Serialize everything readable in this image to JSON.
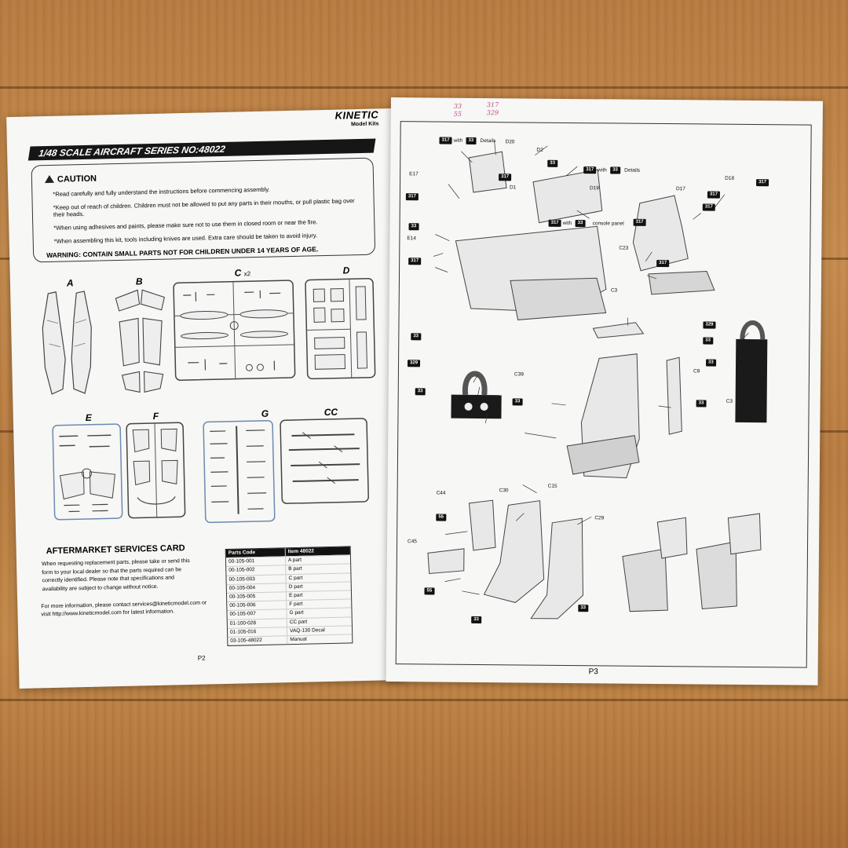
{
  "left_page": {
    "logo_main": "KINETIC",
    "logo_sub": "Model Kits",
    "series_title": "1/48 SCALE AIRCRAFT SERIES NO:48022",
    "caution": {
      "title": "CAUTION",
      "lines": [
        "*Read carefully and fully understand the instructions before commencing assembly.",
        "*Keep out of reach of children. Children must not be allowed to put any parts in their mouths, or pull plastic bag over their heads.",
        "*When using adhesives and paints, please make sure not to use them in closed room or near the fire.",
        "*When assembling this kit, tools including knives are used. Extra care should be taken to avoid injury."
      ],
      "warning": "WARNING: CONTAIN SMALL PARTS NOT FOR CHILDREN UNDER 14 YEARS OF AGE."
    },
    "sprues": {
      "a": "A",
      "b": "B",
      "c": "C",
      "c_qty": "x2",
      "d": "D",
      "e": "E",
      "f": "F",
      "g": "G",
      "cc": "CC"
    },
    "aftermarket": {
      "title": "AFTERMARKET SERVICES CARD",
      "text": "When requesting replacement parts, please take or send this form to your local dealer so that the parts required can be correctly identified. Please note that specifications and availability are subject to change without notice.",
      "contact": "For more information, please contact services@kineticmodel.com or visit http://www.kineticmodel.com for latest information."
    },
    "table": {
      "headers": [
        "Parts Code",
        "Item 48022"
      ],
      "rows": [
        [
          "00-105-001",
          "A part"
        ],
        [
          "00-105-002",
          "B part"
        ],
        [
          "00-105-003",
          "C part"
        ],
        [
          "00-105-004",
          "D part"
        ],
        [
          "00-105-005",
          "E part"
        ],
        [
          "00-105-006",
          "F part"
        ],
        [
          "00-105-007",
          "G part"
        ],
        [
          "01-100-028",
          "CC part"
        ],
        [
          "01-105-016",
          "VAQ-130 Decal"
        ],
        [
          "03-105-48022",
          "Manual"
        ]
      ]
    },
    "page_number": "P2"
  },
  "right_page": {
    "handwritten": {
      "a": "33",
      "b": "317",
      "c": "55",
      "d": "329"
    },
    "page_number": "P3",
    "labels": {
      "d20": "D20",
      "d2": "D2",
      "e17": "E17",
      "d1": "D1",
      "d19": "D19",
      "e14": "E14",
      "d18": "D18",
      "d17": "D17",
      "c23": "C23",
      "c3a": "C3",
      "c3b": "C3",
      "c9": "C9",
      "c39": "C39",
      "c15a": "C15",
      "c15b": "C15",
      "c44": "C44",
      "c30": "C30",
      "c29": "C29",
      "c45": "C45",
      "details": "Details",
      "with": "with",
      "console_panel": "console panel"
    },
    "tags": {
      "t317": "317",
      "t33": "33",
      "t329": "329",
      "t55": "55"
    }
  }
}
